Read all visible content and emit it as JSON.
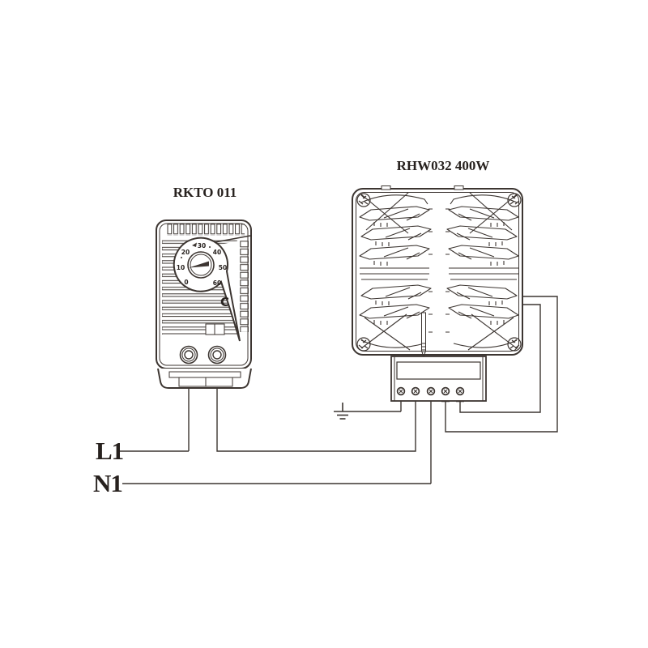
{
  "components": {
    "thermostat": {
      "name": "RKTO 011",
      "dial": {
        "numbers": [
          "0",
          "10",
          "20",
          "30",
          "40",
          "50",
          "60"
        ],
        "unit": "C"
      }
    },
    "heater": {
      "name": "RHW032 400W"
    },
    "power": {
      "line": "L1",
      "neutral": "N1"
    }
  },
  "icons": {
    "ground": "earth-ground-symbol"
  },
  "colors": {
    "line_art": "#3c3531",
    "text": "#27211e",
    "background": "#ffffff"
  }
}
